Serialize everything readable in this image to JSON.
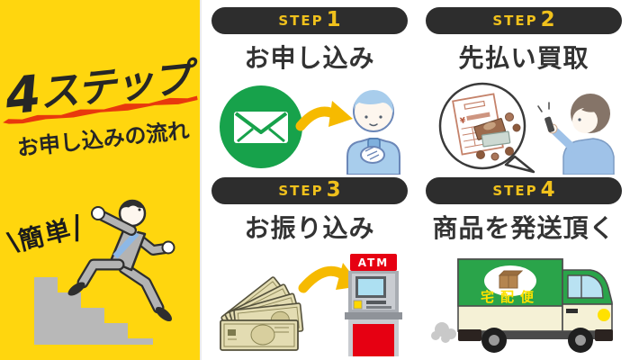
{
  "left_panel": {
    "title_number": "4",
    "title_text": "ステップ",
    "subtitle": "お申し込みの流れ",
    "badge": {
      "tick_left": "\\",
      "text": "簡単",
      "tick_right": "|"
    },
    "bg_color": "#ffd60e",
    "accent_red": "#e8380d"
  },
  "steps": [
    {
      "label": "STEP",
      "number": "1",
      "heading": "お申し込み",
      "illustration": "envelope-to-person"
    },
    {
      "label": "STEP",
      "number": "2",
      "heading": "先払い買取",
      "illustration": "invoice-bubble-woman-phone"
    },
    {
      "label": "STEP",
      "number": "3",
      "heading": "お振り込み",
      "illustration": "cash-to-atm"
    },
    {
      "label": "STEP",
      "number": "4",
      "heading": "商品を発送頂く",
      "illustration": "delivery-truck"
    }
  ],
  "labels": {
    "atm": "ATM",
    "truck": "宅配便",
    "yen": "¥"
  },
  "colors": {
    "pill_bg": "#2d2d2d",
    "pill_text": "#f0c11c",
    "heading_text": "#333333",
    "envelope_green": "#17a24b",
    "arrow_gold": "#f6ba00",
    "atm_red": "#e60012",
    "truck_green": "#2aa44a",
    "truck_cream": "#f5f1d6",
    "stairs_grey": "#b8b8b8",
    "person_blue": "#a8cdec"
  }
}
